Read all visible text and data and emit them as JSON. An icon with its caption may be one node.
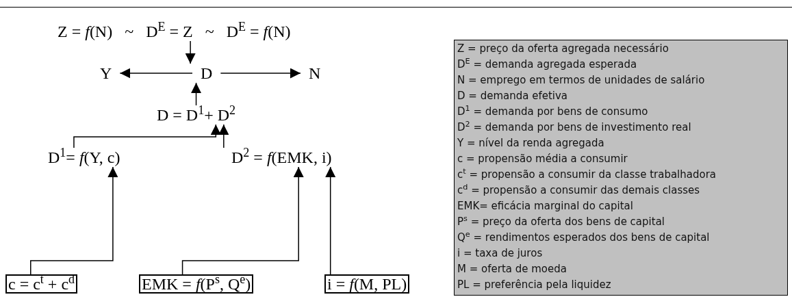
{
  "diagram": {
    "nodes": [
      {
        "text": [
          "Z = *f*(N)   ~   D$^{E}$ = Z   ~   D$^{E}$ = *f*(N)"
        ]
      },
      {
        "text": [
          "Y"
        ]
      },
      {
        "text": [
          "D"
        ]
      },
      {
        "text": [
          "N"
        ]
      },
      {
        "text": [
          "D = D$^{1}$+ D$^{2}$"
        ]
      },
      {
        "text": [
          "D$^{1}$= *f*(Y, c)"
        ]
      },
      {
        "text": [
          "D$^{2}$ = *f*(EMK, i)"
        ]
      },
      {
        "text": [
          "c = c$^{t}$ + c$^{d}$"
        ]
      },
      {
        "text": [
          "EMK = *f*(P$^{s}$, Q$^{e}$)"
        ]
      },
      {
        "text": [
          "i = *f*(M, PL)"
        ]
      },
      {
        "text": [
          "Z = preço da oferta agregada necessário",
          "D$^{E}$ = demanda agregada esperada",
          "N = emprego em termos de unidades de salário",
          "D = demanda efetiva",
          "D$^{1}$ = demanda por bens de consumo",
          "D$^{2}$ = demanda por bens de investimento real",
          "Y = nível da renda agregada",
          "c = propensão média a consumir",
          "c$^{t}$ = propensão a consumir da classe trabalhadora",
          "c$^{d}$ = propensão a consumir das demais classes",
          "EMK= eficácia marginal do capital",
          "P$^{s}$ = preço da oferta dos bens de capital",
          "Q$^{e}$ = rendimentos esperados dos bens de capital",
          "i = taxa de juros",
          "M = oferta de moeda",
          "PL = preferência pela liquidez"
        ]
      }
    ],
    "edges": [
      {
        "from": 0,
        "to": 2,
        "arrow": "to"
      },
      {
        "from": 2,
        "to": 1,
        "arrow": "to"
      },
      {
        "from": 2,
        "to": 3,
        "arrow": "to"
      },
      {
        "from": 4,
        "to": 2,
        "arrow": "to"
      },
      {
        "from": 5,
        "to": 4,
        "arrow": "to"
      },
      {
        "from": 6,
        "to": 4,
        "arrow": "to"
      },
      {
        "from": 7,
        "to": 5,
        "arrow": "to"
      },
      {
        "from": 8,
        "to": 6,
        "arrow": "to"
      },
      {
        "from": 9,
        "to": 6,
        "arrow": "to"
      }
    ]
  }
}
